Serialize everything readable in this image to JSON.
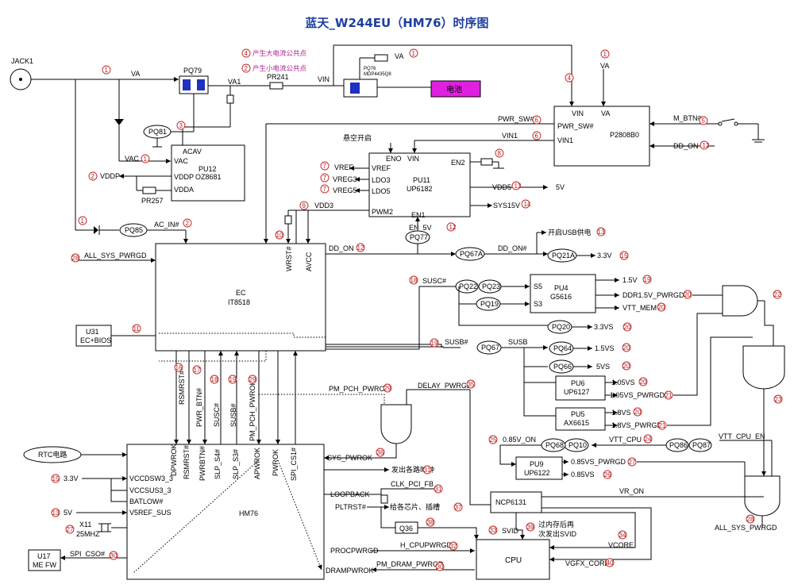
{
  "title": "蓝天_W244EU（HM76）时序图",
  "notes": {
    "n4": "产生大电流公共点",
    "n2": "产生小电流公共点"
  },
  "chips": {
    "jack": "JACK1",
    "pq79": "PQ79",
    "pq81": "PQ81",
    "pq85": "PQ85",
    "pq76": "PQ76",
    "pq76_part": "MDP4435Q8",
    "battery": "电池",
    "pr241": "PR241",
    "pr257": "PR257",
    "pu12_name": "PU12",
    "pu12_part": "OZ8681",
    "pu11_name": "PU11",
    "pu11_part": "UP6182",
    "p2808": "P2808B0",
    "ec_name": "EC",
    "ec_part": "IT8518",
    "u31_name": "U31",
    "u31_part": "EC+BIOS",
    "pq77": "PQ77",
    "pq67a": "PQ67A",
    "pq21a": "PQ21A",
    "pq22": "PQ22",
    "pq23": "PQ23",
    "pq19": "PQ19",
    "pq20": "PQ20",
    "pq67": "PQ67",
    "pq64": "PQ64",
    "pq66": "PQ66",
    "pu4_name": "PU4",
    "pu4_part": "G5616",
    "pu6_name": "PU6",
    "pu6_part": "UP6127",
    "pu5_name": "PU5",
    "pu5_part": "AX6615",
    "pq68": "PQ68",
    "pq10": "PQ10",
    "pq86": "PQ86",
    "pq87": "PQ87",
    "pu9_name": "PU9",
    "pu9_part": "UP6122",
    "ncp": "NCP6131",
    "cpu": "CPU",
    "hm76": "HM76",
    "rtc": "RTC电路",
    "x11": "X11",
    "x11_freq": "25MHZ",
    "u17_name": "U17",
    "u17_part": "ME FW",
    "q36": "Q36"
  },
  "labels": {
    "va": "VA",
    "va1": "VA1",
    "vin": "VIN",
    "vac": "VAC",
    "acav": "ACAV",
    "vddp": "VDDP",
    "vdda": "VDDA",
    "ac_in": "AC_IN#",
    "pwr_sw": "PWR_SW#",
    "pwr_sw_pin": "PWR_SW#",
    "vin1": "VIN1",
    "vin1_pin": "VIN1",
    "m_btn": "M_BTN#",
    "dd_on": "DD_ON",
    "dd_on_ec": "DD_ON",
    "dd_on_n": "DD_ON#",
    "float_on": "悬空开启",
    "eno": "ENO",
    "en2": "EN2",
    "en1": "EN1",
    "en_5v": "EN_5V",
    "vref": "VREF",
    "vreg3": "VREG3",
    "vreg5": "VREG5",
    "ldo3": "LDO3",
    "ldo5": "LDO5",
    "pwm2": "PWM2",
    "vdd5": "VDD5",
    "v5": "5V",
    "sys15v": "SYS15V",
    "vdd3": "VDD3",
    "usb_power": "开启USB供电",
    "v33": "3.3V",
    "all_sys_pwrgd": "ALL_SYS_PWRGD",
    "wrst": "WRST#",
    "avcc": "AVCC",
    "susc": "SUSC#",
    "susb": "SUSB#",
    "s5": "S5",
    "s3": "S3",
    "susb_out": "SUSB",
    "v15": "1.5V",
    "ddr": "DDR1.5V_PWRGD",
    "vtt_mem": "VTT_MEM",
    "v33s": "3.3VS",
    "v15s": "1.5VS",
    "v5s": "5VS",
    "v105s": "1.05VS",
    "v105s_pg": "1.05VS_PWRGD",
    "v18s": "1.8VS",
    "v18s_pg": "1.8VS_PWRGD",
    "rsmrst": "RSMRST#",
    "pwr_btn": "PWR_BTN#",
    "susc_v": "SUSC#",
    "susb_v": "SUSB#",
    "pm_pch_pwrok_v": "PM_PCH_PWROK",
    "pm_pch_pwrok": "PM_PCH_PWROK",
    "delay_pwrgd": "DELAY_PWRGD",
    "dpwrok": "DPWROK",
    "rsmrst_pin": "RSMRST#",
    "pwrbtn_pin": "PWRBTN#",
    "slp_s4": "SLP_S4#",
    "slp_s3": "SLP_S3#",
    "apwrok": "APWROK",
    "pwrok": "PWROK",
    "spi_cs1": "SPI_CS1#",
    "sys_pwrok": "SYS_PWROK",
    "clocks": "发出各路时钟",
    "loopback": "LOOPBACK",
    "clk_pci_fb": "CLK_PCI_FB",
    "pltrst": "PLTRST#",
    "to_chips": "给各芯片、插槽",
    "procpwrgd": "PROCPWRGD",
    "h_cpupwrgd": "H_CPUPWRGD",
    "drampwrok": "DRAMPWROK",
    "pm_dram": "PM_DRAM_PWRGD",
    "vccdsw": "VCCDSW3_3",
    "vccsus": "VCCSUS3_3",
    "batlow": "BATLOW#",
    "v5ref": "V5REF_SUS",
    "v33_in": "3.3V",
    "v5_in": "5V",
    "spi_cs0": "SPI_CSO#",
    "v085_on": "0.85V_ON",
    "vtt_cpu": "VTT_CPU",
    "vtt_cpu_en": "VTT_CPU_EN",
    "v085s_pg": "0.85VS_PWRGD",
    "v085s": "0.85VS",
    "vr_on": "VR_ON",
    "svid": "SVID",
    "svid_note1": "过内存后再",
    "svid_note2": "次发出SVID",
    "vcore": "VCORE",
    "vgfx": "VGFX_CORE",
    "all_sys_pwrgd_out": "ALL_SYS_PWRGD",
    "va_p28": "VA",
    "vin_p28": "VIN"
  },
  "steps": {
    "s1": "1",
    "s2": "2",
    "s3": "3",
    "s4": "4",
    "s5": "5",
    "s6": "6",
    "s7": "7",
    "s8": "8",
    "s9": "9",
    "s10": "10",
    "s11": "11",
    "s12": "12",
    "s13": "13",
    "s14": "14",
    "s15": "15",
    "s16": "16",
    "s17": "17",
    "s18": "18",
    "s19": "19",
    "s20": "20",
    "s21": "21",
    "s22": "22",
    "s23": "23",
    "s24": "24",
    "s25": "25",
    "s26": "26",
    "s27": "27",
    "s28": "28",
    "s29": "29",
    "s30": "30",
    "s31": "31",
    "s32": "32",
    "s33": "33",
    "s34": "34",
    "s35": "35",
    "s36": "36",
    "s37": "37",
    "s38": "38",
    "s39": "39",
    "s40": "40"
  },
  "colors": {
    "title": "#1f3fa0",
    "step": "#c02020",
    "note": "#b02090",
    "battery": "#e020e0"
  }
}
